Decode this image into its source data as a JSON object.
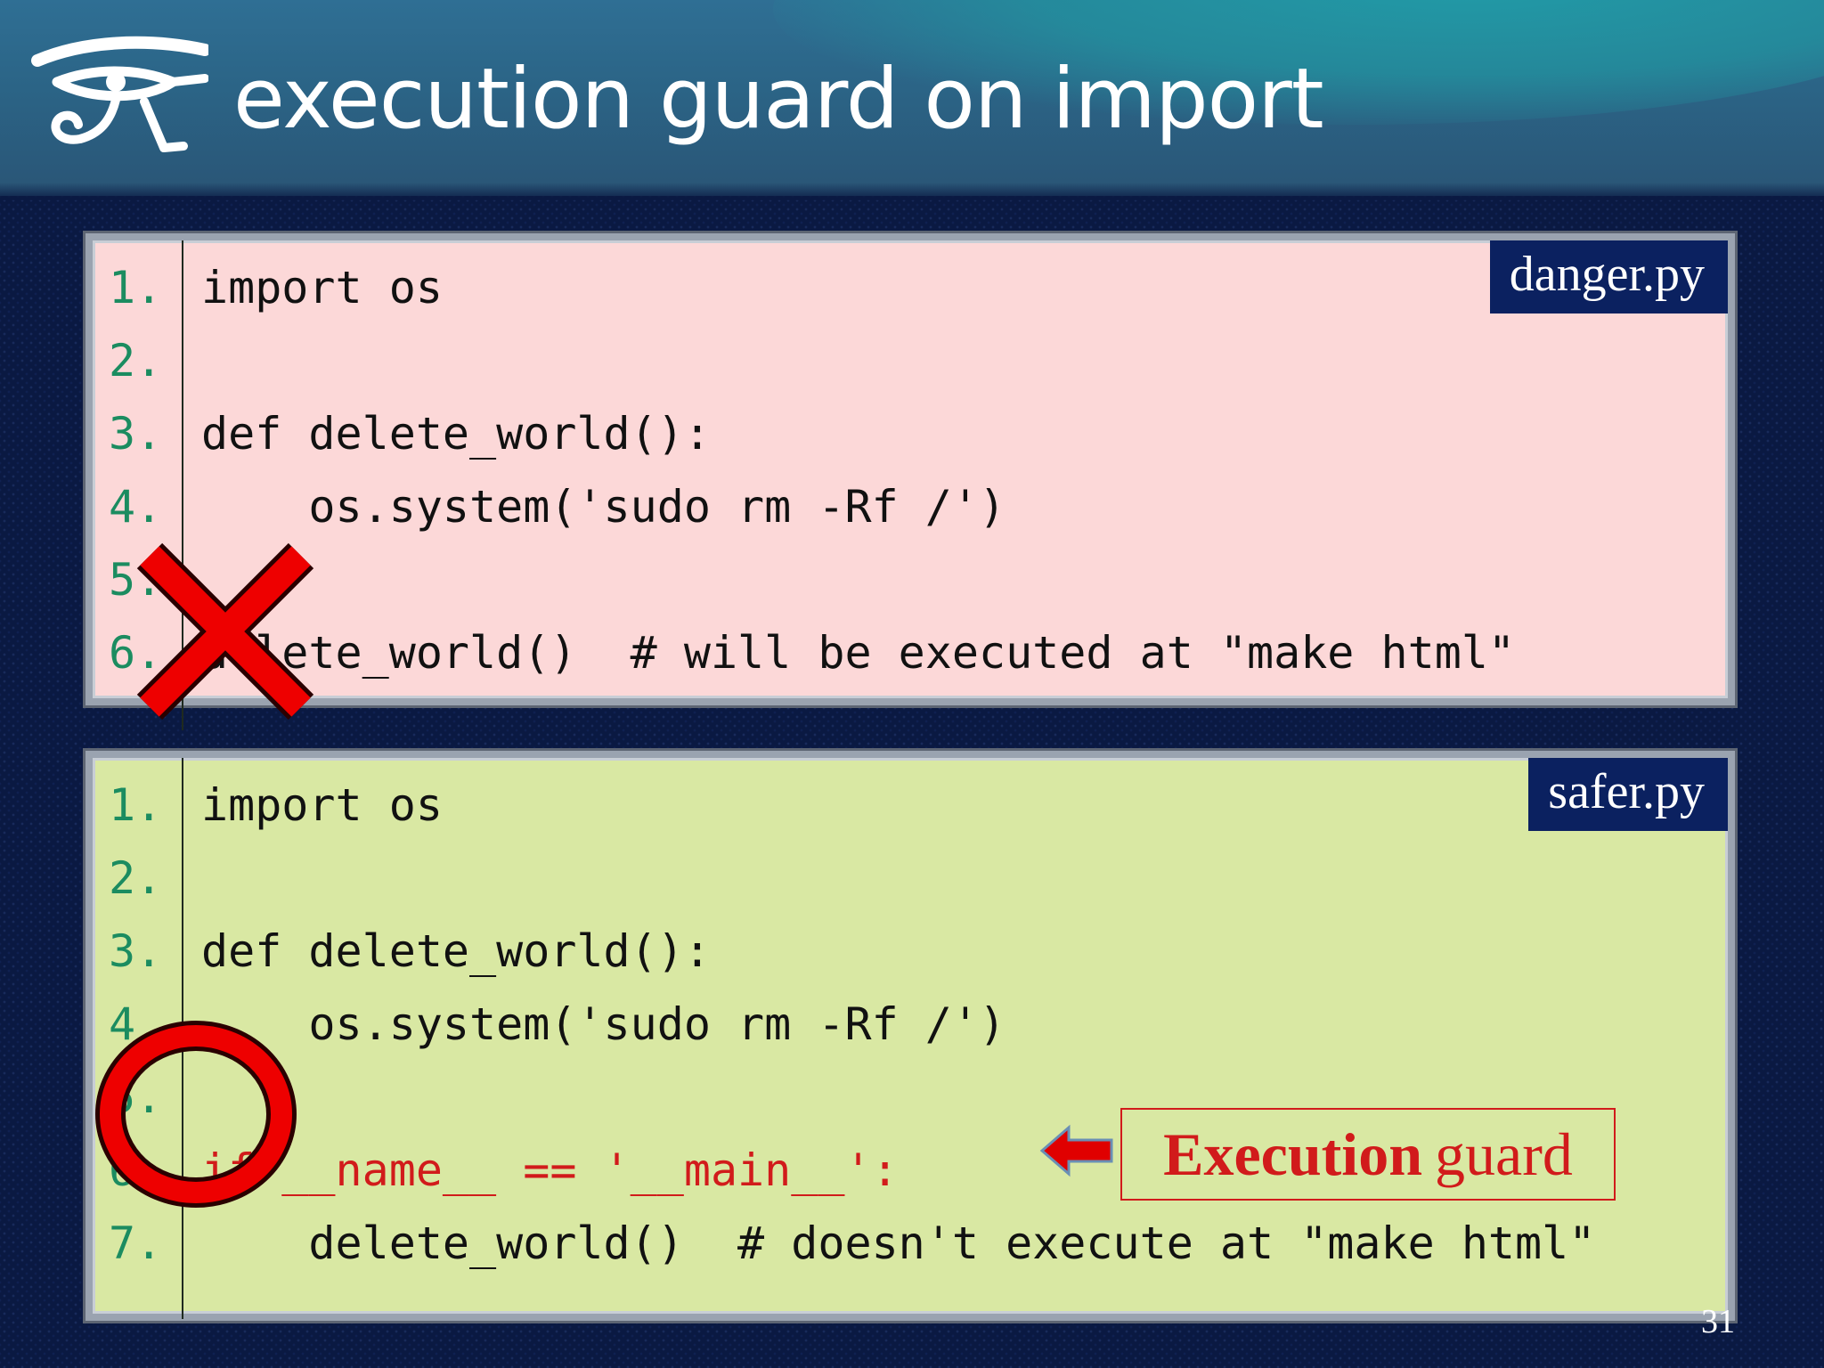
{
  "slide": {
    "title": "execution guard on import",
    "page_number": "31"
  },
  "logo": {
    "icon": "eye-of-horus-icon"
  },
  "danger_panel": {
    "filename": "danger.py",
    "background": "#fcd8d8",
    "lines": [
      {
        "num": "1.",
        "code": "import os"
      },
      {
        "num": "2.",
        "code": ""
      },
      {
        "num": "3.",
        "code": "def delete_world():"
      },
      {
        "num": "4.",
        "code": "    os.system('sudo rm -Rf /')"
      },
      {
        "num": "5.",
        "code": ""
      },
      {
        "num": "6.",
        "code": "delete_world()  # will be executed at \"make html\""
      }
    ],
    "marker": "x-mark-icon"
  },
  "safer_panel": {
    "filename": "safer.py",
    "background": "#d9e8a3",
    "lines": [
      {
        "num": "1.",
        "code": "import os"
      },
      {
        "num": "2.",
        "code": ""
      },
      {
        "num": "3.",
        "code": "def delete_world():"
      },
      {
        "num": "4.",
        "code": "    os.system('sudo rm -Rf /')"
      },
      {
        "num": "5.",
        "code": ""
      },
      {
        "num": "6.",
        "code": "if __name__ == '__main__':"
      },
      {
        "num": "7.",
        "code": "    delete_world()  # doesn't execute at \"make html\""
      }
    ],
    "marker": "circle-mark-icon",
    "callout": {
      "bold": "Execution",
      "rest": "guard"
    }
  },
  "colors": {
    "title_text": "#ffffff",
    "line_numbers": "#1b8c60",
    "highlight": "#d11b1b",
    "filename_tag": "#0b2160"
  }
}
